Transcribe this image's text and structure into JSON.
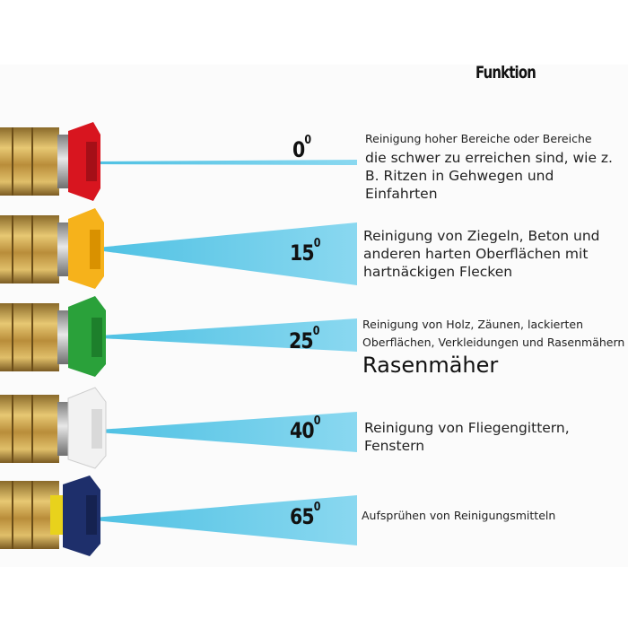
{
  "heading": "Funktion",
  "nozzles": [
    {
      "angle": "0",
      "deg": "0",
      "color": "#d8151f",
      "desc_small": "Reinigung hoher Bereiche oder Bereiche",
      "desc": "die schwer zu erreichen sind, wie z. B. Ritzen in Gehwegen und Einfahrten"
    },
    {
      "angle": "15",
      "deg": "0",
      "color": "#f6b21b",
      "desc": "Reinigung von Ziegeln, Beton und anderen harten Oberflächen mit hartnäckigen Flecken"
    },
    {
      "angle": "25",
      "deg": "0",
      "color": "#2aa13a",
      "desc": "Reinigung von Holz, Zäunen, lackierten Oberflächen, Verkleidungen und Rasenmähern",
      "desc_large": "Rasenmäher"
    },
    {
      "angle": "40",
      "deg": "0",
      "color": "#f2f2f2",
      "desc": "Reinigung von Fliegengittern, Fenstern"
    },
    {
      "angle": "65",
      "deg": "0",
      "color": "#1e2f6b",
      "desc": "Aufsprühen von Reinigungsmitteln"
    }
  ],
  "spray_color": "#4fc1e3"
}
